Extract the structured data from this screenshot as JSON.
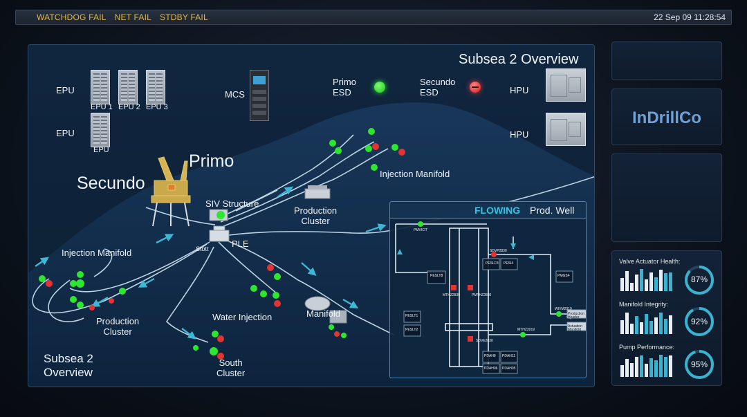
{
  "top_bar": {
    "alarms": [
      "WATCHDOG FAIL",
      "NET FAIL",
      "STDBY FAIL"
    ],
    "datetime": "22 Sep 09 11:28:54"
  },
  "main": {
    "title": "Subsea 2 Overview",
    "footer_title_line1": "Subsea 2",
    "footer_title_line2": "Overview",
    "epu": {
      "row1_label": "EPU",
      "row2_label": "EPU",
      "units": [
        "EPU 1",
        "EPU 2",
        "EPU 3"
      ],
      "row2_unit": "EPU"
    },
    "mcs_label": "MCS",
    "esd": {
      "primo_line1": "Primo",
      "primo_line2": "ESD",
      "primo_status_color": "#2ee62f",
      "secundo_line1": "Secundo",
      "secundo_line2": "ESD",
      "secundo_status_color": "#e33333"
    },
    "hpu_labels": [
      "HPU",
      "HPU"
    ],
    "map_labels": {
      "primo": "Primo",
      "secundo": "Secundo",
      "siv_structure": "SIV Structure",
      "production_cluster_top_1": "Production",
      "production_cluster_top_2": "Cluster",
      "injection_manifold_top": "Injection Manifold",
      "injection_manifold_left": "Injection Manifold",
      "ple": "PLE",
      "stott": "Stott",
      "production_cluster_bottom_1": "Production",
      "production_cluster_bottom_2": "Cluster",
      "water_injection": "Water Injection",
      "manifold": "Manifold",
      "south_cluster_1": "South",
      "south_cluster_2": "Cluster"
    },
    "prod_well": {
      "status": "FLOWING",
      "name": "Prod. Well",
      "tags": {
        "t1": "PMVICIT",
        "t2": "SDVP2830",
        "t3": "PESLT8",
        "t4": "PESLF8",
        "t5": "PESI4",
        "t6": "MTHZ2830",
        "t7": "PMTHZ2830",
        "t8": "WIVM2019",
        "t9": "MTHZ2019",
        "t10": "PESLT1",
        "t11": "PESLT2",
        "t12": "PMGS4",
        "t13": "SDVE2830",
        "t14": "PDAH8",
        "t15": "PDAH11",
        "t16": "PDAH06",
        "t17": "PDAH05",
        "b1": "Production Header",
        "b2": "Actuation Manifold"
      }
    }
  },
  "sidebar": {
    "brand": "InDrillCo",
    "kpis": [
      {
        "title": "Valve Actuator Health:",
        "value": "87%",
        "percent": 87,
        "bars": [
          0.55,
          0.85,
          0.35,
          0.7,
          0.95,
          0.5,
          0.8,
          0.6,
          0.9,
          0.75,
          0.8
        ],
        "cyan": [
          4,
          7,
          9,
          10
        ]
      },
      {
        "title": "Manifold Integrity:",
        "value": "92%",
        "percent": 92,
        "bars": [
          0.6,
          0.9,
          0.45,
          0.75,
          0.5,
          0.85,
          0.55,
          0.7,
          0.9,
          0.65,
          0.8
        ],
        "cyan": [
          3,
          5,
          6,
          8,
          9
        ]
      },
      {
        "title": "Pump Performance:",
        "value": "95%",
        "percent": 95,
        "bars": [
          0.5,
          0.75,
          0.6,
          0.85,
          0.9,
          0.55,
          0.8,
          0.7,
          0.95,
          0.85,
          0.9
        ],
        "cyan": [
          4,
          6,
          7,
          8,
          9
        ]
      }
    ]
  },
  "colors": {
    "alarm_text": "#e0b546",
    "pipe": "#cfe6f4",
    "arrow": "#3fb6d4",
    "valve_green": "#2ee62f",
    "valve_red": "#e33333",
    "brand": "#6fa0d6",
    "flowing": "#37c3e6"
  }
}
